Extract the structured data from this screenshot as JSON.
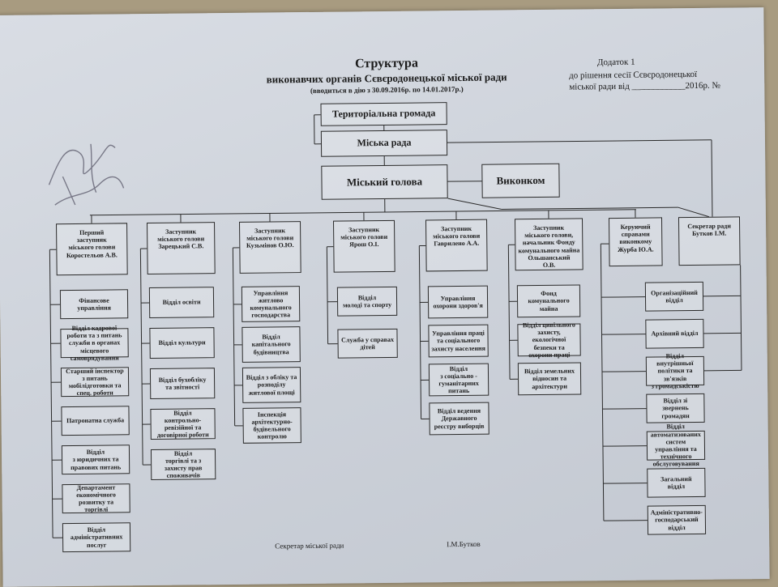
{
  "header": {
    "title": "Структура",
    "subtitle": "виконавчих органів Сєвєродонецької міської ради",
    "period": "(вводиться в дію з 30.09.2016р. по 14.01.2017р.)"
  },
  "annex": {
    "line1": "Додаток 1",
    "line2": "до рішення      сесії Сєвєродонецької",
    "line3": "міської ради  від ____________2016р.  №"
  },
  "top_chain": {
    "community": "Територіальна громада",
    "council": "Міська рада",
    "mayor": "Міський голова",
    "executive": "Виконком"
  },
  "columns": [
    {
      "head": "Перший\nзаступник\nміського голови\nКоростельов А.В.",
      "units": [
        "Фінансове\nуправління",
        "Відділ кадрової\nроботи та з питань\nслужби в органах\nмісцевого\nсамоврядування",
        "Старший інспектор\nз питань\nмобілідготовки та\nспец. роботи",
        "Патронатна служба",
        "Відділ\nз юридичних та\nправових питань",
        "Департамент\nекономічного\nрозвитку та\nторгівлі",
        "Відділ\nадміністративних\nпослуг"
      ]
    },
    {
      "head": "Заступник\nміського голови\nЗарецький С.В.",
      "units": [
        "Відділ освіти",
        "Відділ культури",
        "Відділ бухобліку\nта звітності",
        "Відділ\nконтрольно-\nревізійної та\nдоговірної роботи",
        "Відділ\nторгівлі та з\nзахисту прав\nспоживачів"
      ]
    },
    {
      "head": "Заступник\nміського голови\nКузьмінов О.Ю.",
      "units": [
        "Управління\nжитлово\nкомунального\nгосподарства",
        "Відділ\nкапітального\nбудівництва",
        "Відділ з обліку та\nрозподілу\nжитлової площі",
        "Інспекція\nархітектурно-\nбудівельного\nконтролю"
      ]
    },
    {
      "head": "Заступник\nміського голови\nЯрош О.І.",
      "units": [
        "Відділ\nмолоді  та спорту",
        "Служба у справах\nдітей"
      ]
    },
    {
      "head": "Заступник\nміського голови\nГаврилено А.А.",
      "units": [
        "Управління\nохорони здоров'я",
        "Управління праці\nта соціального\nзахисту населення",
        "Відділ\nз соціально -\nгуманітарних\nпитань",
        "Відділ ведення\nДержавного\nреєстру виборців"
      ]
    },
    {
      "head": "Заступник\nміського голови,\nначальник  Фонду\nкомунального майна\nОльшанський\nО.В.",
      "units": [
        "Фонд\nкомунального\nмайна",
        "Відділ цивільного\nзахисту, екологічної\nбезпеки та\nохорони праці",
        "Відділ земельних\nвідносин та\nархітектури"
      ]
    },
    {
      "head": "Керуючий\nсправами\nвиконкому\nЖурба Ю.А.",
      "units": []
    },
    {
      "head": "Секретар ради\nБутков І.М.",
      "units": []
    }
  ],
  "secretary_units": [
    "Організаційний\nвідділ",
    "Архівний відділ",
    "Відділ внутрішньої\nполітики та зв'язків\nз громадськістю",
    "Відділ зі\nзвернень\nгромадян",
    "Відділ\nавтоматизованих\nсистем управління та\nтехнічного\nобслуговування",
    "Загальний\nвідділ",
    "Адміністративно-\nгосподарський\nвідділ"
  ],
  "footer": {
    "left": "Секретар міської ради",
    "right": "І.М.Бутков"
  }
}
